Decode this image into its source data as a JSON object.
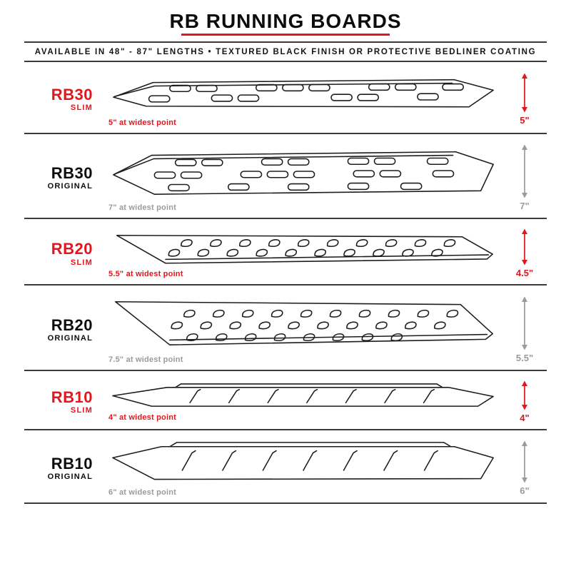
{
  "header": {
    "title": "RB RUNNING BOARDS",
    "subtitle": "AVAILABLE IN 48\" - 87\" LENGTHS   •   TEXTURED BLACK FINISH OR PROTECTIVE BEDLINER COATING"
  },
  "boards": [
    {
      "model": "RB30",
      "variant": "SLIM",
      "finish": "slim",
      "width_note": "5\" at widest point",
      "height_label": "5\""
    },
    {
      "model": "RB30",
      "variant": "ORIGINAL",
      "finish": "original",
      "width_note": "7\" at widest point",
      "height_label": "7\""
    },
    {
      "model": "RB20",
      "variant": "SLIM",
      "finish": "slim",
      "width_note": "5.5\" at widest point",
      "height_label": "4.5\""
    },
    {
      "model": "RB20",
      "variant": "ORIGINAL",
      "finish": "original",
      "width_note": "7.5\" at widest point",
      "height_label": "5.5\""
    },
    {
      "model": "RB10",
      "variant": "SLIM",
      "finish": "slim",
      "width_note": "4\" at widest point",
      "height_label": "4\""
    },
    {
      "model": "RB10",
      "variant": "ORIGINAL",
      "finish": "original",
      "width_note": "6\" at widest point",
      "height_label": "6\""
    }
  ],
  "colors": {
    "accent_red": "#e4151c",
    "measure_gray": "#9b9b9b",
    "line_black": "#3a3a3a"
  }
}
